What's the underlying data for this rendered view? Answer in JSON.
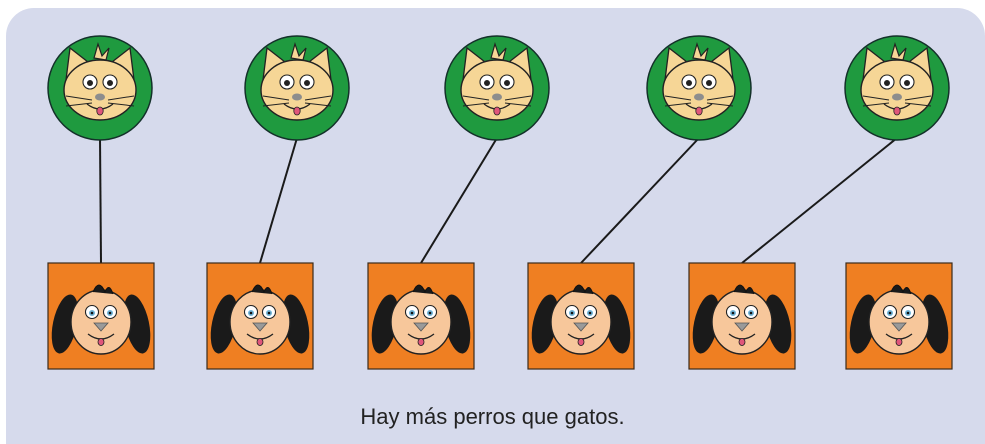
{
  "caption": "Hay más perros que gatos.",
  "colors": {
    "panel": "#d6daec",
    "cat_circle": "#1f9a3f",
    "cat_face": "#f6d696",
    "dog_square": "#ef7f22",
    "dog_face": "#f7c79b",
    "dog_ears": "#1a1a1a",
    "line": "#1a1a1a"
  },
  "cats": [
    {
      "name": "cat-1"
    },
    {
      "name": "cat-2"
    },
    {
      "name": "cat-3"
    },
    {
      "name": "cat-4"
    },
    {
      "name": "cat-5"
    }
  ],
  "dogs": [
    {
      "name": "dog-1"
    },
    {
      "name": "dog-2"
    },
    {
      "name": "dog-3"
    },
    {
      "name": "dog-4"
    },
    {
      "name": "dog-5"
    },
    {
      "name": "dog-6"
    }
  ],
  "pairings": [
    {
      "cat": 1,
      "dog": 1
    },
    {
      "cat": 2,
      "dog": 2
    },
    {
      "cat": 3,
      "dog": 3
    },
    {
      "cat": 4,
      "dog": 4
    },
    {
      "cat": 5,
      "dog": 5
    }
  ]
}
